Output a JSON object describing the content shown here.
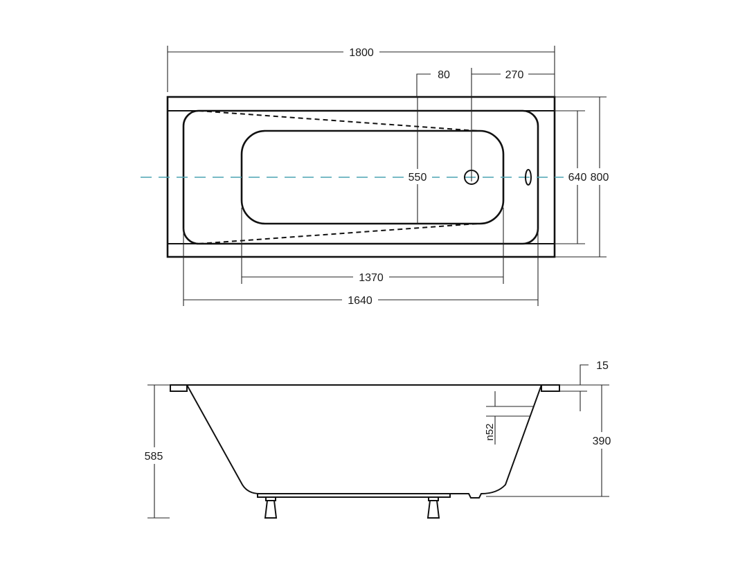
{
  "drawing": {
    "subject": "Rectangular bathtub technical drawing",
    "units": "mm",
    "colors": {
      "line": "#111111",
      "centerline": "#4aa3b3",
      "background": "#ffffff"
    },
    "top_view": {
      "dimensions": {
        "overall_length": "1800",
        "drain_offset": "80",
        "drain_from_edge": "270",
        "inner_basin_width": "550",
        "inner_width": "640",
        "overall_width": "800",
        "basin_floor_length": "1370",
        "inner_length": "1640"
      },
      "features": [
        "drain-hole",
        "overflow-hole",
        "centerline"
      ]
    },
    "side_view": {
      "dimensions": {
        "rim_thickness": "15",
        "overflow_height": "n52",
        "depth": "390",
        "total_height": "585"
      },
      "features": [
        "rim",
        "sloped-backrest",
        "feet"
      ]
    }
  }
}
